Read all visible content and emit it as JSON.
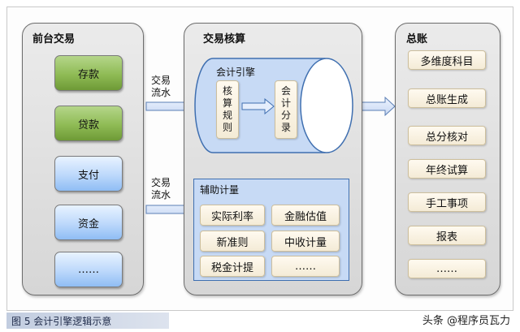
{
  "front": {
    "title": "前台交易",
    "items": [
      {
        "label": "存款",
        "style": "green"
      },
      {
        "label": "贷款",
        "style": "green"
      },
      {
        "label": "支付",
        "style": "blue"
      },
      {
        "label": "资金",
        "style": "blue"
      },
      {
        "label": "……",
        "style": "blue"
      }
    ]
  },
  "flows": {
    "upper": [
      "交易",
      "流水"
    ],
    "lower": [
      "交易",
      "流水"
    ]
  },
  "accounting": {
    "title": "交易核算",
    "engine": {
      "title": "会计引擎",
      "rules": [
        "核",
        "算",
        "规",
        "则"
      ],
      "entries": [
        "会",
        "计",
        "分",
        "录"
      ]
    },
    "aux": {
      "title": "辅助计量",
      "items": [
        "实际利率",
        "金融估值",
        "新准则",
        "中收计量",
        "税金计提",
        "……"
      ]
    }
  },
  "ledger": {
    "title": "总账",
    "items": [
      "多维度科目",
      "总账生成",
      "总分核对",
      "年终试算",
      "手工事项",
      "报表",
      "……"
    ]
  },
  "caption": "图 5  会计引擎逻辑示意",
  "watermark": "头条 @程序员瓦力",
  "colors": {
    "green": "#8fbb55",
    "blue": "#bcd8fb",
    "engine_fill": "#c7daf5",
    "engine_border": "#3f6fb0",
    "beige": "#f4ebd6"
  }
}
